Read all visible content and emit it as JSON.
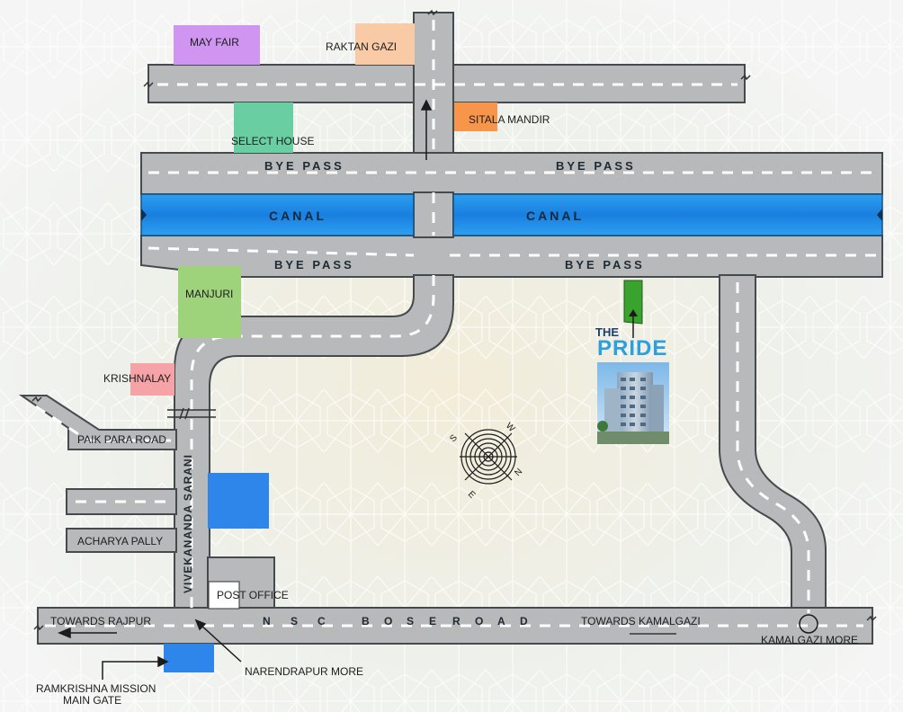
{
  "colors": {
    "road": "#b7b9ba",
    "road_edge": "#444a4e",
    "canal": "#1a86e4",
    "may_fair": "#cf95f0",
    "raktan_gazi": "#f8cba6",
    "sitala_mandir": "#f7954a",
    "select_house": "#69cfa2",
    "manjuri": "#9ed37c",
    "krishnalay": "#f6a3a8",
    "blue_block": "#2f86ea",
    "marker": "#3aa32e"
  },
  "landmarks": {
    "may_fair": "MAY FAIR",
    "raktan_gazi": "RAKTAN GAZI",
    "sitala_mandir": "SITALA MANDIR",
    "select_house": "SELECT HOUSE",
    "manjuri": "MANJURI",
    "krishnalay": "KRISHNALAY",
    "post_office": "POST OFFICE",
    "narendrapur_more": "NARENDRAPUR MORE",
    "ramkrishna_mission_line1": "RAMKRISHNA MISSION",
    "ramkrishna_mission_line2": "MAIN GATE",
    "kamalgazi_more": "KAMALGAZI MORE"
  },
  "roads": {
    "bye_pass": "BYE PASS",
    "canal": "CANAL",
    "paik_para_road": "PAIK PARA ROAD",
    "acharya_pally": "ACHARYA PALLY",
    "vivekananda_sarani": "VIVEKANANDA SARANI",
    "towards_rajpur": "TOWARDS RAJPUR",
    "towards_kamalgazi": "TOWARDS KAMALGAZI",
    "nsc_bose_road": [
      "N",
      "S",
      "C",
      "B",
      "O",
      "S",
      "E",
      "R",
      "O",
      "A",
      "D"
    ]
  },
  "project": {
    "prefix": "THE",
    "name": "PRIDE"
  },
  "compass": {
    "n": "N",
    "s": "S",
    "e": "E",
    "w": "W"
  }
}
